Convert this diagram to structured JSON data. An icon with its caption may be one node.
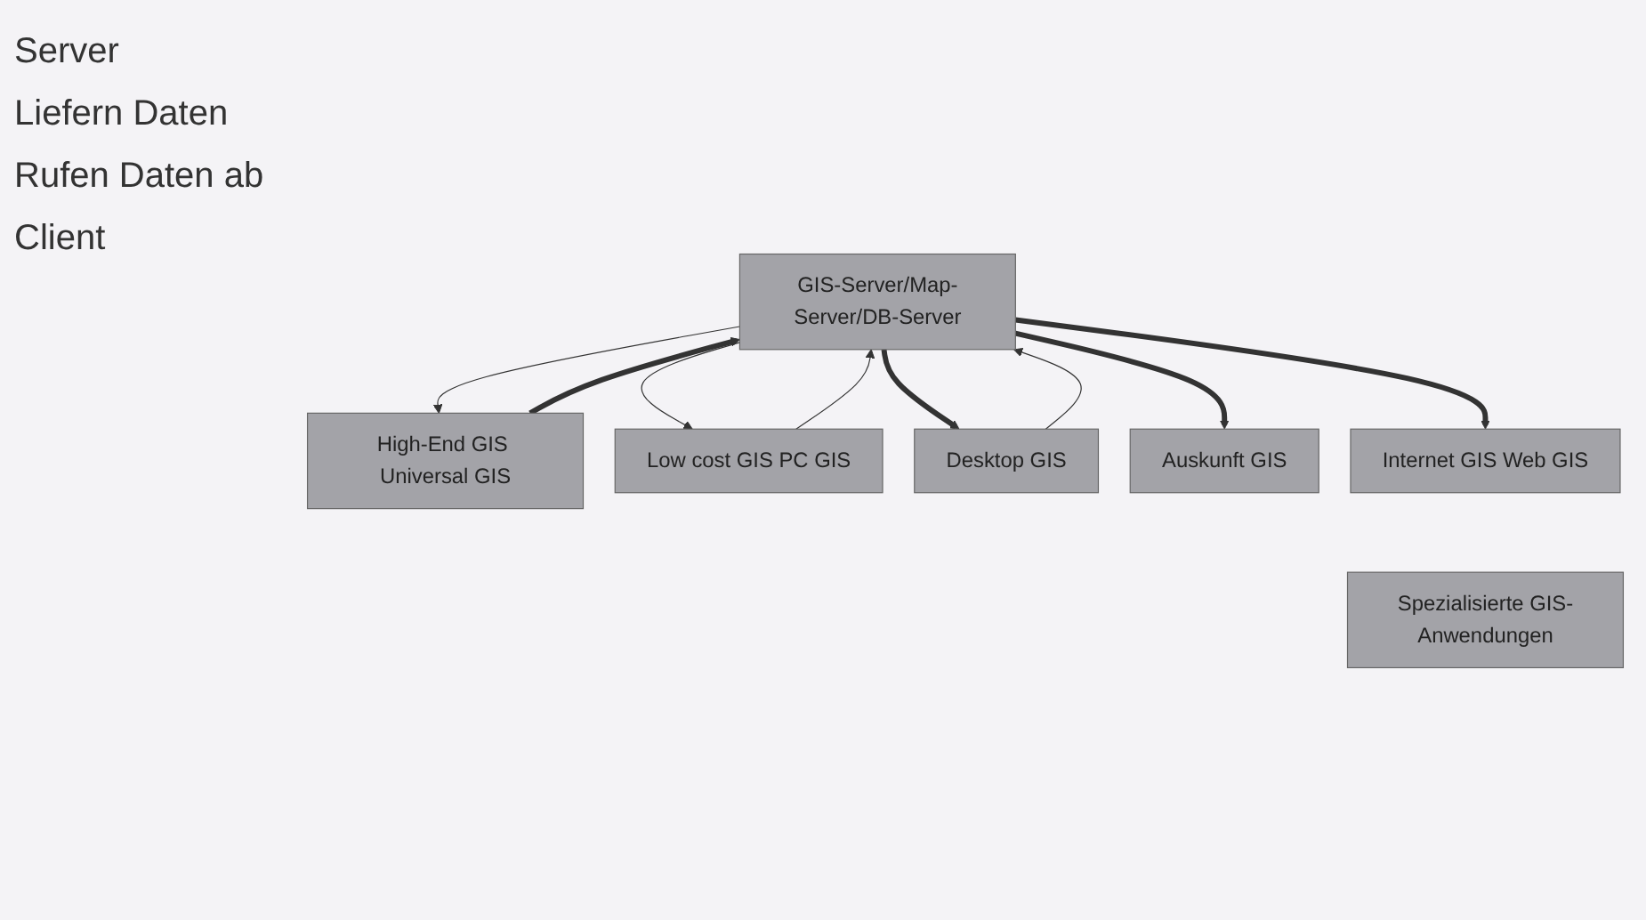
{
  "diagram": {
    "nodes": [
      {
        "text": [
          "GIS-Server/Map-Server/DB-Server"
        ]
      },
      {
        "text": [
          "High-End GIS Universal GIS"
        ]
      },
      {
        "text": [
          "Low cost GIS PC GIS"
        ]
      },
      {
        "text": [
          "Desktop GIS"
        ]
      },
      {
        "text": [
          "Auskunft GIS"
        ]
      },
      {
        "text": [
          "Internet GIS Web GIS"
        ]
      },
      {
        "text": [
          "Spezialisierte GIS-Anwendungen"
        ]
      }
    ],
    "edges": [
      {
        "from": 1,
        "to": 0,
        "arrow": "to",
        "style": "thick"
      },
      {
        "from": 0,
        "to": 1,
        "arrow": "to"
      },
      {
        "from": 2,
        "to": 0,
        "arrow": "to"
      },
      {
        "from": 0,
        "to": 2,
        "arrow": "to"
      },
      {
        "from": 0,
        "to": 3,
        "arrow": "to",
        "style": "thick"
      },
      {
        "from": 3,
        "to": 0,
        "arrow": "to"
      },
      {
        "from": 0,
        "to": 4,
        "arrow": "to",
        "style": "thick"
      },
      {
        "from": 0,
        "to": 5,
        "arrow": "to",
        "style": "thick"
      }
    ],
    "labels": [
      "Server",
      "Liefern Daten",
      "Rufen Daten ab",
      "Client"
    ]
  }
}
